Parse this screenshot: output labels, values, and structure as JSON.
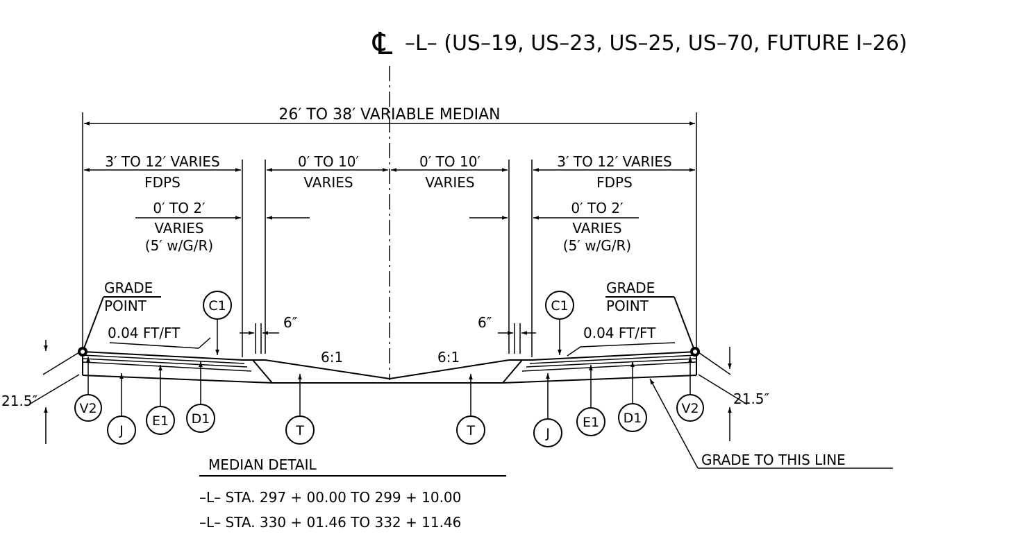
{
  "title": {
    "symbol": "℄",
    "text": "–L– (US–19, US–23, US–25, US–70, FUTURE I–26)"
  },
  "dimensions": {
    "overall": "26′ TO  38′ VARIABLE MEDIAN",
    "left_fdps": "3′ TO  12′ VARIES",
    "left_fdps_sub": "FDPS",
    "left_gr": "0′ TO  2′",
    "left_gr_sub": "VARIES",
    "left_gr_note": "(5′ w/G/R)",
    "left_center": "0′ TO  10′",
    "left_center_sub": "VARIES",
    "right_center": "0′ TO  10′",
    "right_center_sub": "VARIES",
    "right_fdps": "3′ TO  12′ VARIES",
    "right_fdps_sub": "FDPS",
    "right_gr": "0′ TO  2′",
    "right_gr_sub": "VARIES",
    "right_gr_note": "(5′ w/G/R)",
    "curb_left": "6″",
    "curb_right": "6″",
    "depth_left": "21.5″",
    "depth_right": "21.5″"
  },
  "slopes": {
    "left_cross": "0.04  FT/FT",
    "right_cross": "0.04  FT/FT",
    "left_median": "6:1",
    "right_median": "6:1"
  },
  "labels": {
    "grade_point_left": [
      "GRADE",
      "POINT"
    ],
    "grade_point_right": [
      "GRADE",
      "POINT"
    ],
    "grade_to_line": "GRADE TO  THIS LINE"
  },
  "callouts": {
    "c1_left": "C1",
    "c1_right": "C1",
    "v2_left": "V2",
    "v2_right": "V2",
    "j_left": "J",
    "j_right": "J",
    "e1_left": "E1",
    "e1_right": "E1",
    "d1_left": "D1",
    "d1_right": "D1",
    "t_left": "T",
    "t_right": "T"
  },
  "detail": {
    "title": "MEDIAN  DETAIL",
    "lines": [
      "–L–  STA. 297 + 00.00  TO   299 + 10.00",
      "–L–  STA. 330 + 01.46  TO   332 + 11.46"
    ]
  }
}
